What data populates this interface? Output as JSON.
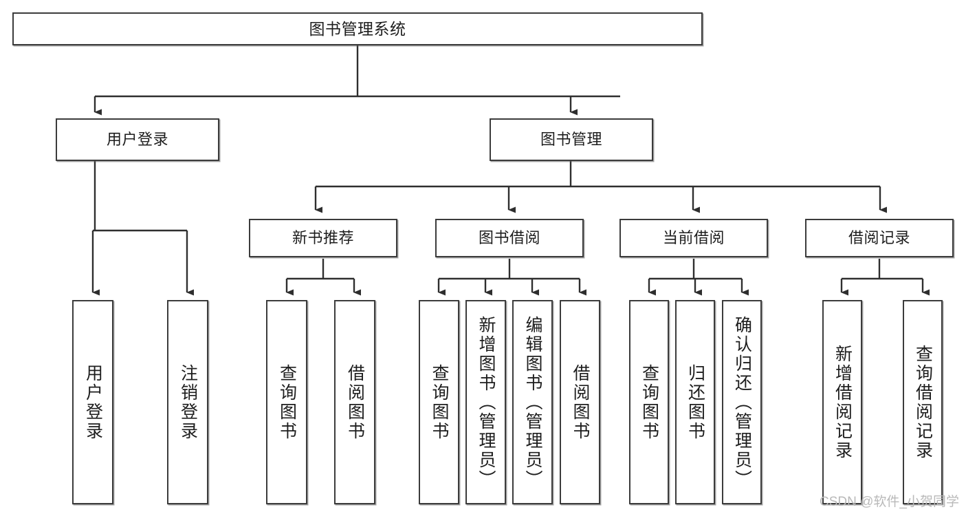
{
  "diagram": {
    "type": "tree-hierarchy-chart",
    "title": "图书管理系统",
    "colors": {
      "box_border": "#3b3b3b",
      "box_fill": "#ffffff",
      "connector": "#2e2e2e",
      "text": "#1d1d1d",
      "watermark": "#b9b9b9",
      "canvas": "#ffffff"
    },
    "root": {
      "label": "图书管理系统"
    },
    "level1": [
      {
        "label": "用户登录"
      },
      {
        "label": "图书管理"
      }
    ],
    "level2": [
      {
        "label": "新书推荐"
      },
      {
        "label": "图书借阅"
      },
      {
        "label": "当前借阅"
      },
      {
        "label": "借阅记录"
      }
    ],
    "leaves": {
      "user_login": [
        {
          "label": "用户登录"
        },
        {
          "label": "注销登录"
        }
      ],
      "new_book_recommend": [
        {
          "label": "查询图书"
        },
        {
          "label": "借阅图书"
        }
      ],
      "book_borrow": [
        {
          "label": "查询图书"
        },
        {
          "label": "新增图书（管理员）"
        },
        {
          "label": "编辑图书（管理员）"
        },
        {
          "label": "借阅图书"
        }
      ],
      "current_borrow": [
        {
          "label": "查询图书"
        },
        {
          "label": "归还图书"
        },
        {
          "label": "确认归还（管理员）"
        }
      ],
      "borrow_record": [
        {
          "label": "新增借阅记录"
        },
        {
          "label": "查询借阅记录"
        }
      ]
    }
  },
  "watermark": {
    "text": "CSDN @软件_小贺同学"
  }
}
